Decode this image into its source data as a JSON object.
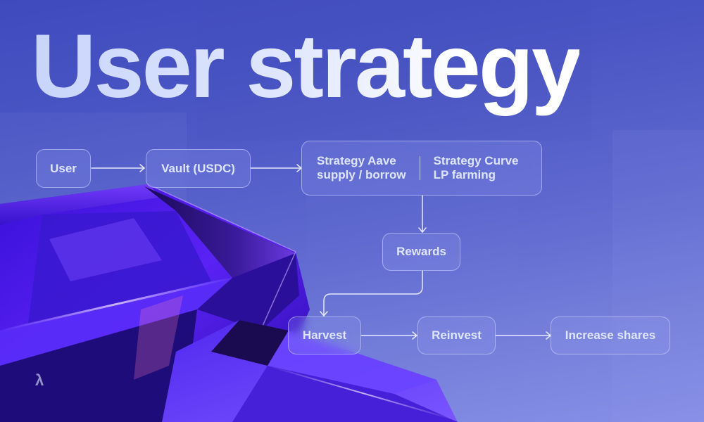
{
  "title": "User strategy",
  "colors": {
    "background_top": "#3f4bbd",
    "background_bottom": "#8790e6",
    "node_border": "#d2daff",
    "node_text": "#dfe5ff",
    "connector": "#e6eaff",
    "crystal_primary": "#4a1cf0"
  },
  "flow": {
    "nodes": [
      {
        "id": "user",
        "label": "User"
      },
      {
        "id": "vault",
        "label": "Vault (USDC)"
      },
      {
        "id": "strategies",
        "strategies": [
          {
            "name": "Strategy Aave",
            "detail": "supply / borrow"
          },
          {
            "name": "Strategy Curve",
            "detail": "LP farming"
          }
        ]
      },
      {
        "id": "rewards",
        "label": "Rewards"
      },
      {
        "id": "harvest",
        "label": "Harvest"
      },
      {
        "id": "reinvest",
        "label": "Reinvest"
      },
      {
        "id": "increase_shares",
        "label": "Increase shares"
      }
    ],
    "edges": [
      {
        "from": "user",
        "to": "vault"
      },
      {
        "from": "vault",
        "to": "strategies"
      },
      {
        "from": "strategies",
        "to": "rewards"
      },
      {
        "from": "rewards",
        "to": "harvest"
      },
      {
        "from": "harvest",
        "to": "reinvest"
      },
      {
        "from": "reinvest",
        "to": "increase_shares"
      }
    ]
  },
  "logo": {
    "glyph": "λ",
    "icon": "brand-logo-icon"
  }
}
